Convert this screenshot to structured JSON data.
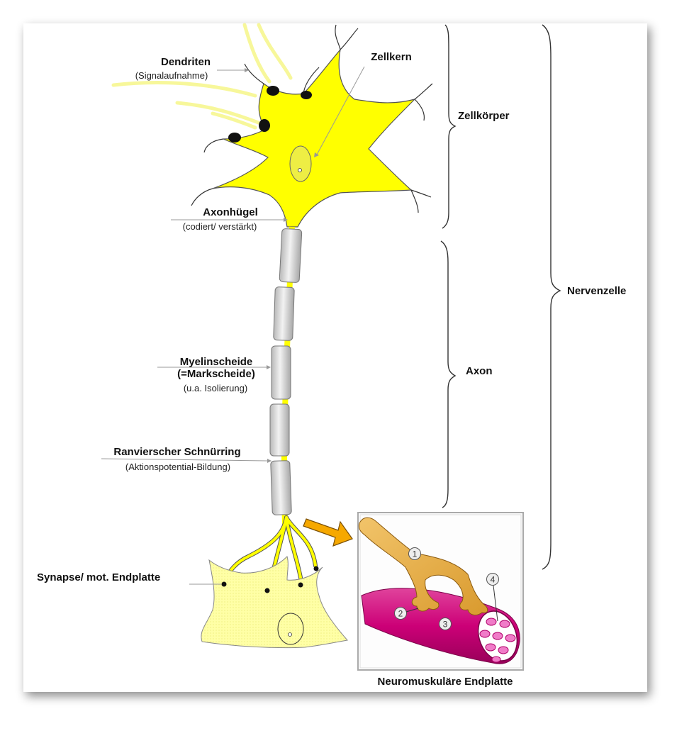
{
  "labels": {
    "dendriten": "Dendriten",
    "dendriten_sub": "(Signalaufnahme)",
    "zellkern": "Zellkern",
    "axonhuegel": "Axonhügel",
    "axonhuegel_sub": "(codiert/ verstärkt)",
    "myelinscheide": "Myelinscheide",
    "markscheide": "(=Markscheide)",
    "myelin_sub": "(u.a. Isolierung)",
    "ranvier": "Ranvierscher Schnürring",
    "ranvier_sub": "(Aktionspotential-Bildung)",
    "synapse": "Synapse/ mot. Endplatte",
    "zellkoerper": "Zellkörper",
    "axon": "Axon",
    "nervenzelle": "Nervenzelle"
  },
  "inset": {
    "caption": "Neuromuskuläre Endplatte",
    "markers": [
      "1",
      "2",
      "3",
      "4"
    ]
  },
  "colors": {
    "cell_body": "#ffff00",
    "muscle_cell": "#ffff99",
    "axon_terminal": "#e8b04a",
    "muscle_fiber": "#cc0077",
    "fibril": "#f07cc8",
    "arrow": "#f6a800"
  }
}
